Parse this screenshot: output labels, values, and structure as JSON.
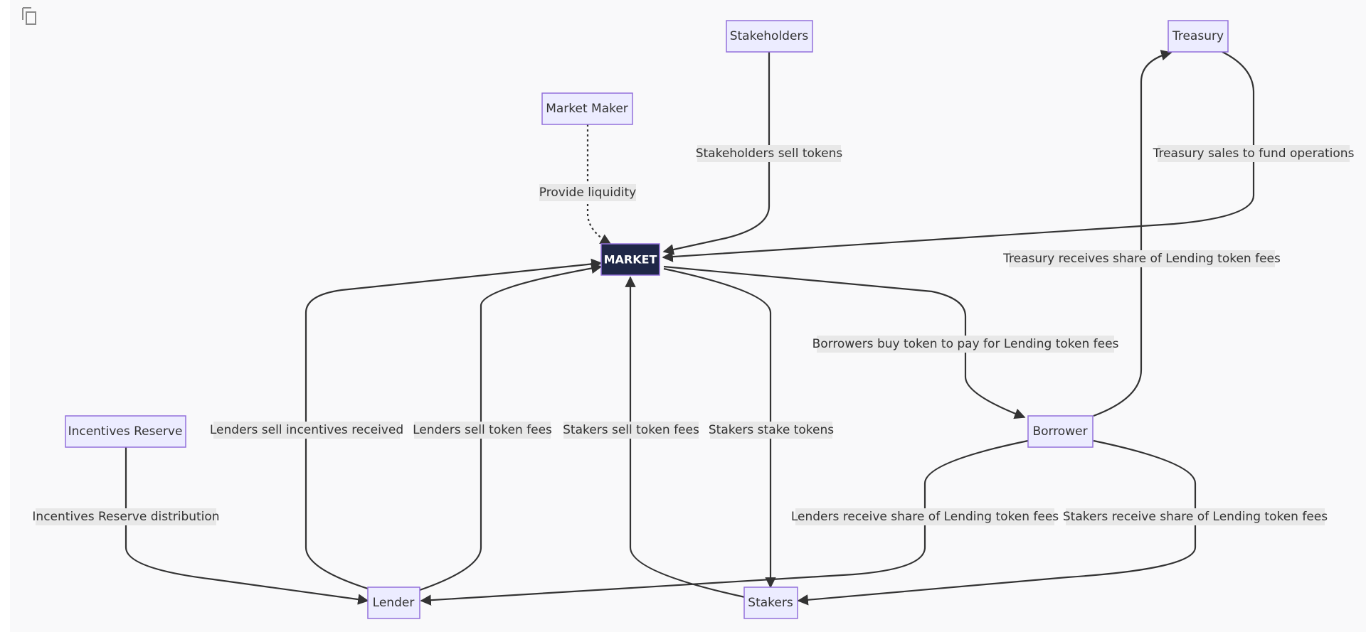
{
  "toolbar": {
    "copy_icon": "copy-icon"
  },
  "colors": {
    "node_fill": "#ececff",
    "node_stroke": "#9370db",
    "market_fill": "#1f2747",
    "edge": "#333333",
    "label_bg": "#e8e8e8"
  },
  "nodes": {
    "stakeholders": "Stakeholders",
    "treasury": "Treasury",
    "market_maker": "Market Maker",
    "market": "MARKET",
    "incentives_reserve": "Incentives Reserve",
    "borrower": "Borrower",
    "lender": "Lender",
    "stakers": "Stakers"
  },
  "edges": {
    "stakeholders_sell": "Stakeholders sell tokens",
    "treasury_sales": "Treasury sales to fund operations",
    "provide_liquidity": "Provide liquidity",
    "treasury_receives": "Treasury receives share of Lending token fees",
    "borrowers_buy": "Borrowers buy token to pay for Lending token fees",
    "lenders_sell_incentives": "Lenders sell incentives received",
    "lenders_sell_fees": "Lenders sell token fees",
    "stakers_sell_fees": "Stakers sell token fees",
    "stakers_stake": "Stakers stake tokens",
    "incentives_distribution": "Incentives Reserve distribution",
    "lenders_receive": "Lenders receive share of Lending token fees",
    "stakers_receive": "Stakers receive share of Lending token fees"
  }
}
